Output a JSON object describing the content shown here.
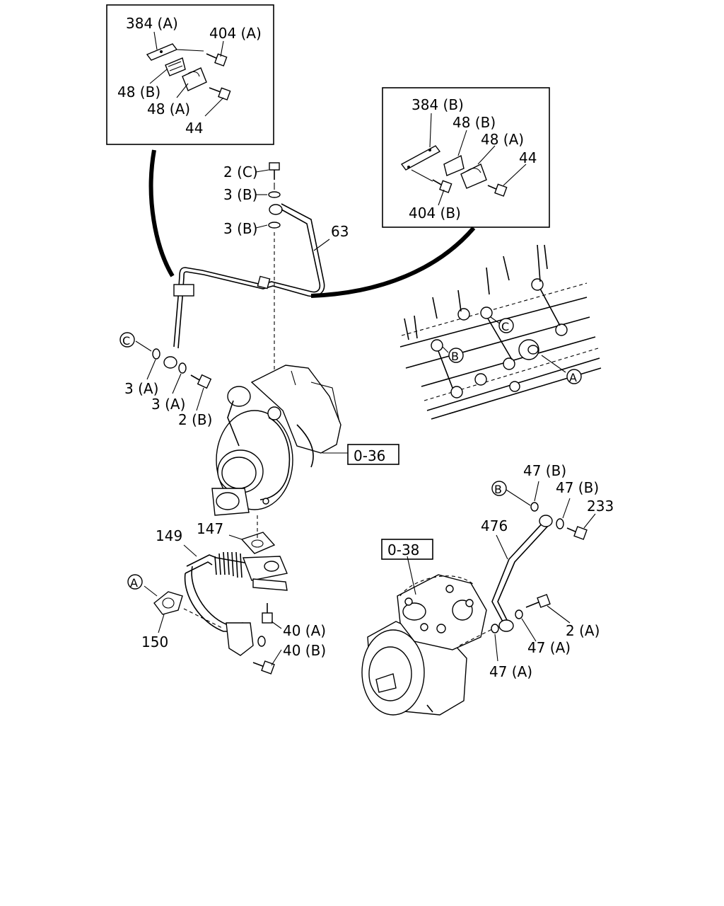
{
  "inset_a": {
    "p384": "384 (A)",
    "p404": "404 (A)",
    "p48b": "48 (B)",
    "p48a": "48 (A)",
    "p44": "44"
  },
  "inset_b": {
    "p384": "384 (B)",
    "p48b": "48 (B)",
    "p48a": "48 (A)",
    "p44": "44",
    "p404": "404 (B)"
  },
  "upper": {
    "p2c": "2 (C)",
    "p3b_top": "3 (B)",
    "p3b_bot": "3 (B)",
    "p63": "63",
    "ref_c": "C",
    "p3a_1": "3 (A)",
    "p3a_2": "3 (A)",
    "p2b": "2 (B)",
    "turbo_ref": "0-36"
  },
  "engine": {
    "ref_b": "B",
    "ref_c": "C",
    "ref_a": "A"
  },
  "lower_left": {
    "p149": "149",
    "p147": "147",
    "ref_a": "A",
    "p150": "150",
    "p40a": "40 (A)",
    "p40b": "40 (B)"
  },
  "lower_right": {
    "p47b_1": "47 (B)",
    "ref_b": "B",
    "p47b_2": "47 (B)",
    "p233": "233",
    "p476": "476",
    "comp_ref": "0-38",
    "p2a": "2 (A)",
    "p47a_1": "47 (A)",
    "p47a_2": "47 (A)"
  }
}
